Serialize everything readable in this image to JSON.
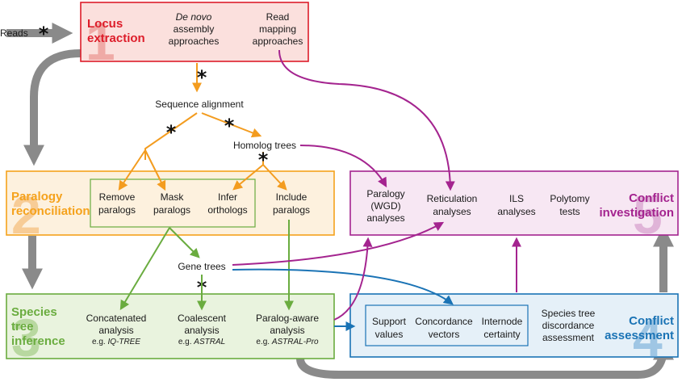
{
  "reads": "Reads",
  "asterisk": "*",
  "stages": {
    "s1": {
      "number": "1",
      "title_l1": "Locus",
      "title_l2": "extraction",
      "color": "#dd1d2a",
      "fill": "#fbe0dd"
    },
    "s2": {
      "number": "2",
      "title_l1": "Paralogy",
      "title_l2": "reconciliation",
      "color": "#f5a21c",
      "fill": "#fdf1de"
    },
    "s3": {
      "number": "3",
      "title_l1": "Species",
      "title_l2": "tree",
      "title_l3": "inference",
      "color": "#6aac3f",
      "fill": "#e9f3de"
    },
    "s4": {
      "number": "4",
      "title_l1": "Conflict",
      "title_l2": "assessment",
      "color": "#1a73b5",
      "fill": "#e5f0f8"
    },
    "s5": {
      "number": "5",
      "title_l1": "Conflict",
      "title_l2": "investigation",
      "color": "#a4248f",
      "fill": "#f7e7f3"
    }
  },
  "s1_items": {
    "denovo_l1": "De novo",
    "denovo_l2": "assembly",
    "denovo_l3": "approaches",
    "read_l1": "Read",
    "read_l2": "mapping",
    "read_l3": "approaches"
  },
  "mid": {
    "seq_align": "Sequence alignment",
    "homolog_trees": "Homolog trees",
    "gene_trees": "Gene trees"
  },
  "s2_items": {
    "remove_l1": "Remove",
    "remove_l2": "paralogs",
    "mask_l1": "Mask",
    "mask_l2": "paralogs",
    "infer_l1": "Infer",
    "infer_l2": "orthologs",
    "include_l1": "Include",
    "include_l2": "paralogs"
  },
  "s3_items": {
    "concat_l1": "Concatenated",
    "concat_l2": "analysis",
    "concat_eg": "e.g.",
    "concat_tool": "IQ-TREE",
    "coal_l1": "Coalescent",
    "coal_l2": "analysis",
    "coal_eg": "e.g.",
    "coal_tool": "ASTRAL",
    "para_l1": "Paralog-aware",
    "para_l2": "analysis",
    "para_eg": "e.g.",
    "para_tool": "ASTRAL-Pro"
  },
  "s4_items": {
    "support_l1": "Support",
    "support_l2": "values",
    "concord_l1": "Concordance",
    "concord_l2": "vectors",
    "internode_l1": "Internode",
    "internode_l2": "certainty",
    "stdiscord_l1": "Species tree",
    "stdiscord_l2": "discordance",
    "stdiscord_l3": "assessment"
  },
  "s5_items": {
    "paralogy_l1": "Paralogy",
    "paralogy_l2": "(WGD)",
    "paralogy_l3": "analyses",
    "retic_l1": "Reticulation",
    "retic_l2": "analyses",
    "ils_l1": "ILS",
    "ils_l2": "analyses",
    "poly_l1": "Polytomy",
    "poly_l2": "tests"
  }
}
